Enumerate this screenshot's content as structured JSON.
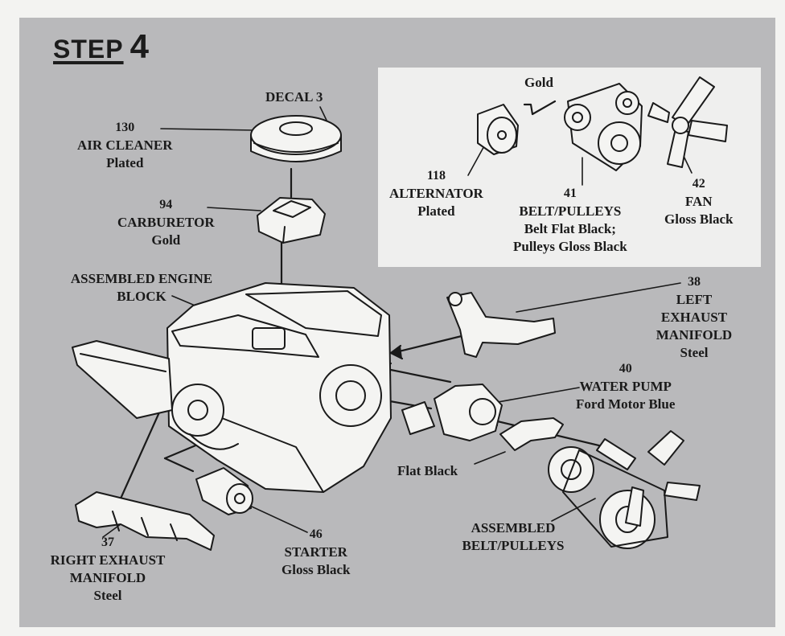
{
  "title": {
    "word": "STEP",
    "number": "4"
  },
  "parts": [
    {
      "id": "decal",
      "number": "",
      "name": "DECAL 3",
      "finish": ""
    },
    {
      "id": "air-cleaner",
      "number": "130",
      "name": "AIR CLEANER",
      "finish": "Plated"
    },
    {
      "id": "carburetor",
      "number": "94",
      "name": "CARBURETOR",
      "finish": "Gold"
    },
    {
      "id": "engine-block",
      "number": "",
      "name": "ASSEMBLED ENGINE BLOCK",
      "finish": ""
    },
    {
      "id": "left-exhaust-manifold",
      "number": "38",
      "name": "LEFT EXHAUST MANIFOLD",
      "finish": "Steel"
    },
    {
      "id": "water-pump",
      "number": "40",
      "name": "WATER PUMP",
      "finish": "Ford Motor Blue"
    },
    {
      "id": "hose",
      "number": "",
      "name": "",
      "finish": "Flat Black"
    },
    {
      "id": "assembled-belt-pulleys",
      "number": "",
      "name": "ASSEMBLED BELT/PULLEYS",
      "finish": ""
    },
    {
      "id": "starter",
      "number": "46",
      "name": "STARTER",
      "finish": "Gloss Black"
    },
    {
      "id": "right-exhaust-manifold",
      "number": "37",
      "name": "RIGHT EXHAUST MANIFOLD",
      "finish": "Steel"
    }
  ],
  "inset": {
    "parts": [
      {
        "id": "bracket",
        "number": "",
        "name": "",
        "finish": "Gold"
      },
      {
        "id": "alternator",
        "number": "118",
        "name": "ALTERNATOR",
        "finish": "Plated"
      },
      {
        "id": "belt-pulleys",
        "number": "41",
        "name": "BELT/PULLEYS",
        "finish_line1": "Belt Flat Black;",
        "finish_line2": "Pulleys Gloss Black"
      },
      {
        "id": "fan",
        "number": "42",
        "name": "FAN",
        "finish": "Gloss Black"
      }
    ]
  },
  "colors": {
    "panel": "#b9b9bb",
    "inset": "#efefee",
    "ink": "#1a1a1a",
    "paper": "#f3f3f1"
  }
}
